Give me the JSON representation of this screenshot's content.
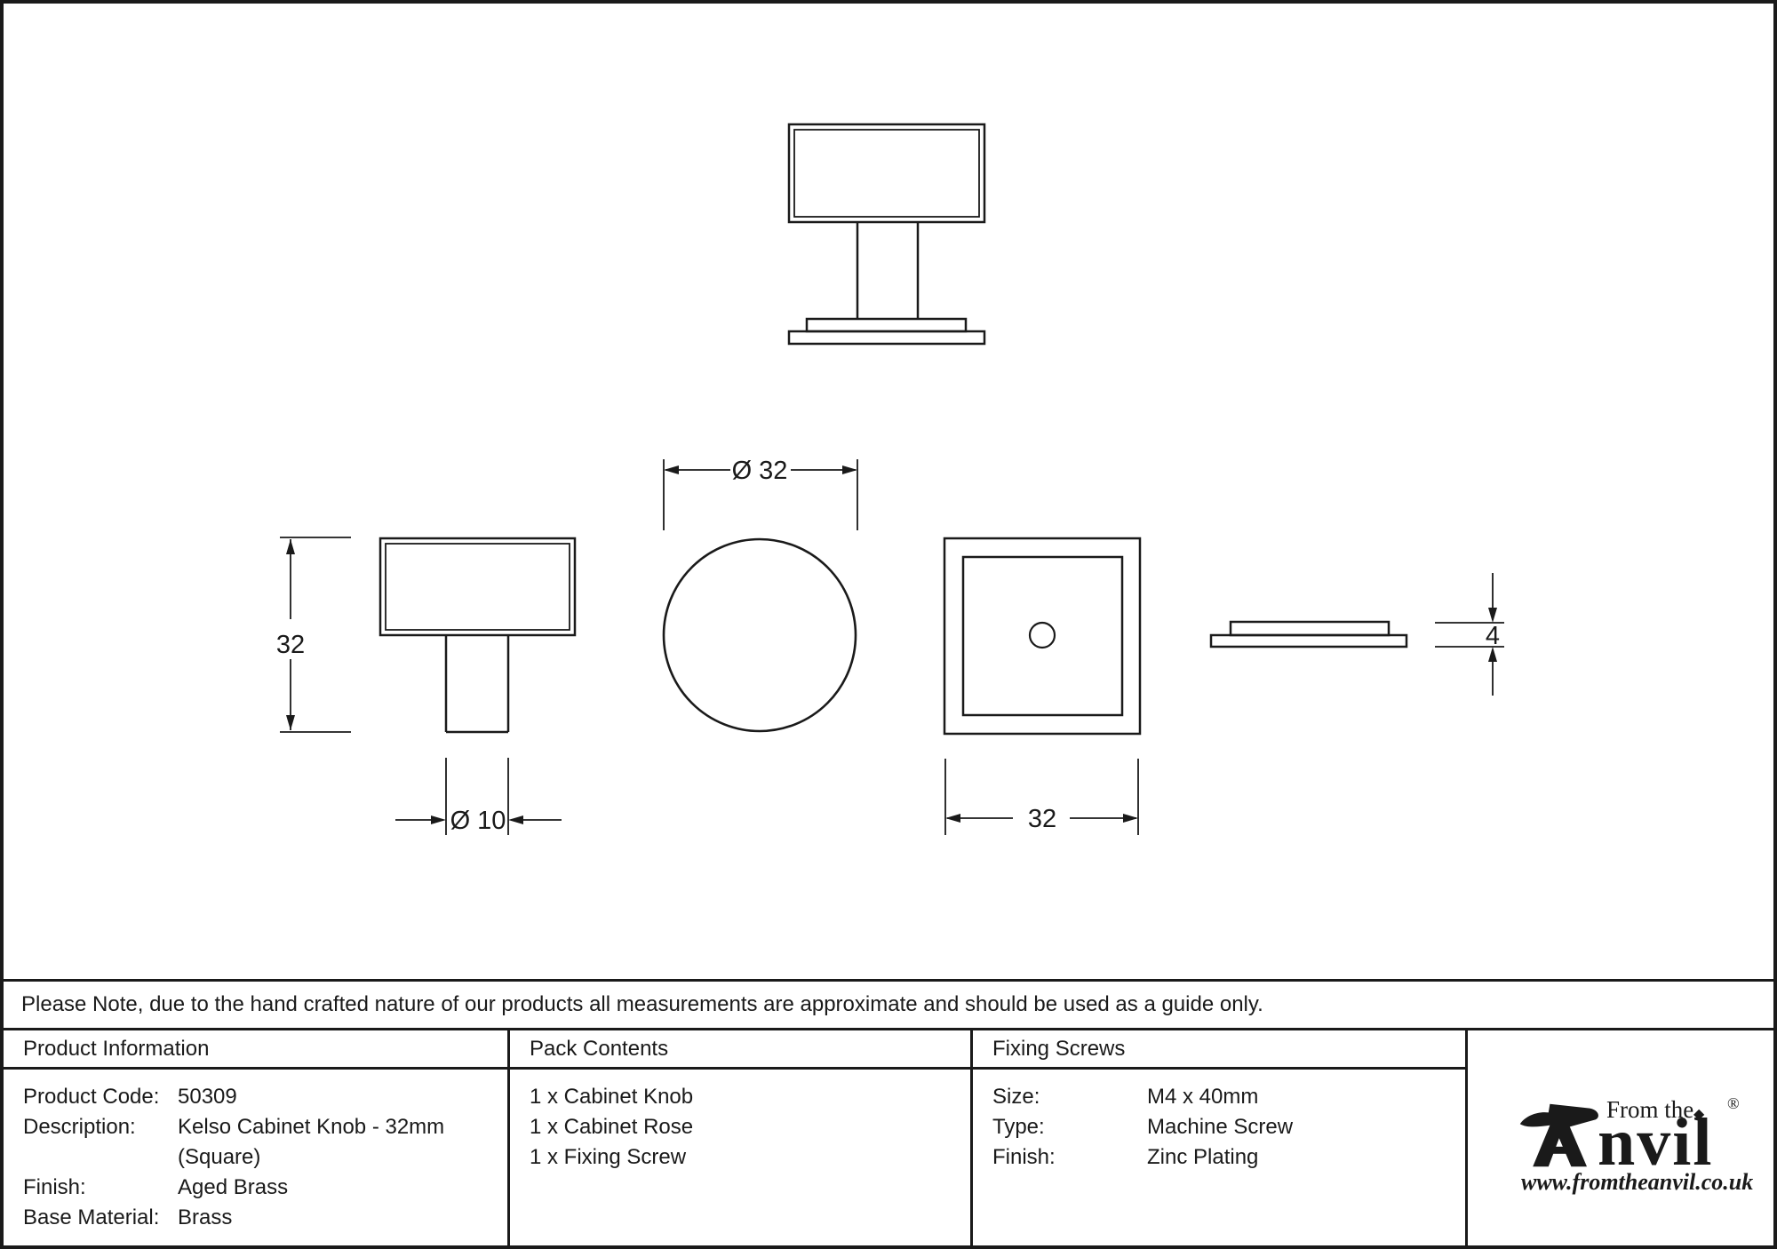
{
  "colors": {
    "ink": "#1a1a1a",
    "background": "#ffffff"
  },
  "drawing": {
    "dim_total_height": "32",
    "dim_stem_diameter": "Ø 10",
    "dim_face_diameter": "Ø 32",
    "dim_square_width": "32",
    "dim_rose_thickness": "4"
  },
  "note": "Please Note, due to the hand crafted nature of our products all measurements are approximate and should be used as a guide only.",
  "product_information": {
    "header": "Product Information",
    "rows": [
      {
        "label": "Product Code:",
        "value": "50309"
      },
      {
        "label": "Description:",
        "value": "Kelso Cabinet Knob - 32mm (Square)"
      },
      {
        "label": "Finish:",
        "value": "Aged Brass"
      },
      {
        "label": "Base Material:",
        "value": "Brass"
      }
    ]
  },
  "pack_contents": {
    "header": "Pack Contents",
    "items": [
      "1 x Cabinet Knob",
      "1 x Cabinet Rose",
      "1 x Fixing Screw"
    ]
  },
  "fixing_screws": {
    "header": "Fixing Screws",
    "rows": [
      {
        "label": "Size:",
        "value": "M4 x 40mm"
      },
      {
        "label": "Type:",
        "value": "Machine Screw"
      },
      {
        "label": "Finish:",
        "value": "Zinc Plating"
      }
    ]
  },
  "logo": {
    "tagline": "From the",
    "name": "Anvil",
    "name_tail": "nvil",
    "registered": "®",
    "diamond": "◆",
    "url": "www.fromtheanvil.co.uk"
  }
}
